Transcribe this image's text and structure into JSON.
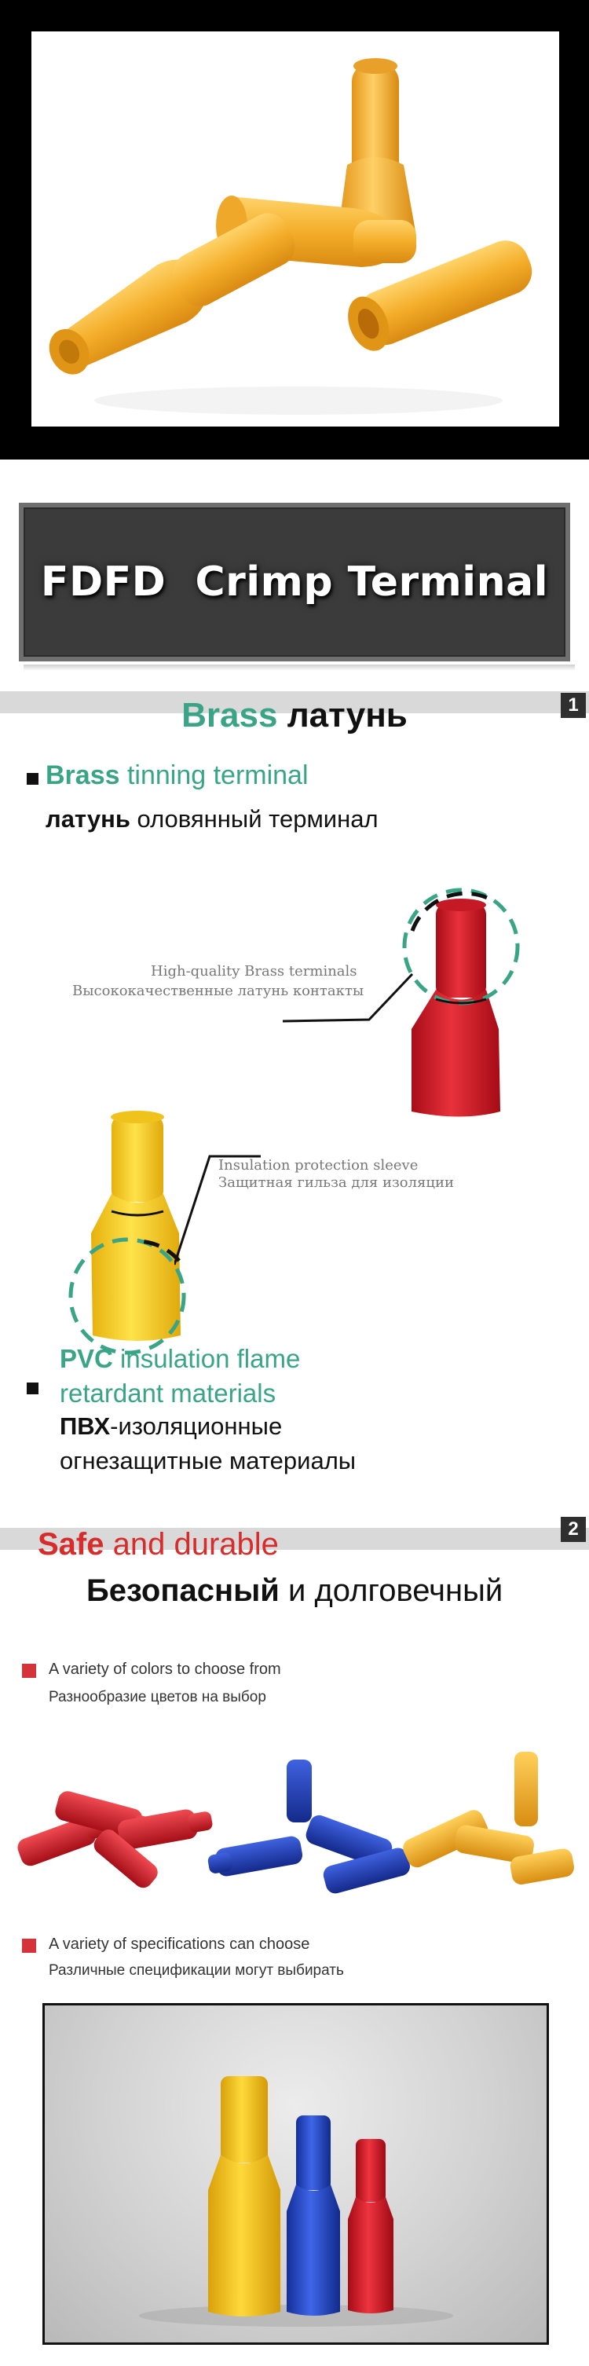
{
  "banner": {
    "title": "FDFD  Crimp Terminal"
  },
  "section1": {
    "number": "1",
    "title_en": "Brass",
    "title_ru": "латунь",
    "bullet1": {
      "en_strong": "Brass",
      "en_rest": " tinning terminal",
      "ru_strong": "латунь",
      "ru_rest": " оловянный терминал"
    },
    "callout_brass": {
      "en": "High-quality Brass terminals",
      "ru": "Высококачественные латунь контакты"
    },
    "callout_sleeve": {
      "en": "Insulation protection sleeve",
      "ru": "Защитная гильза для изоляции"
    },
    "bullet2": {
      "en_strong": "PVC",
      "en_rest1": " insulation flame",
      "en_rest2": "retardant materials",
      "ru_strong": "ПВХ",
      "ru_rest1": "-изоляционные",
      "ru_rest2": "огнезащитные материалы"
    }
  },
  "section2": {
    "number": "2",
    "title_strong": "Safe",
    "title_rest": " and durable",
    "subtitle_strong": "Безопасный",
    "subtitle_rest": " и долговечный",
    "colors_en": "A variety of colors to choose from",
    "colors_ru": "Разнообразие цветов на выбор",
    "specs_en": "A variety of specifications can choose",
    "specs_ru": "Различные спецификации могут выбирать"
  },
  "colors": {
    "yellow": "#f2b233",
    "red": "#d81f2c",
    "blue": "#1f3fb5",
    "green_accent": "#3aa586",
    "red_accent": "#d62c2c"
  }
}
